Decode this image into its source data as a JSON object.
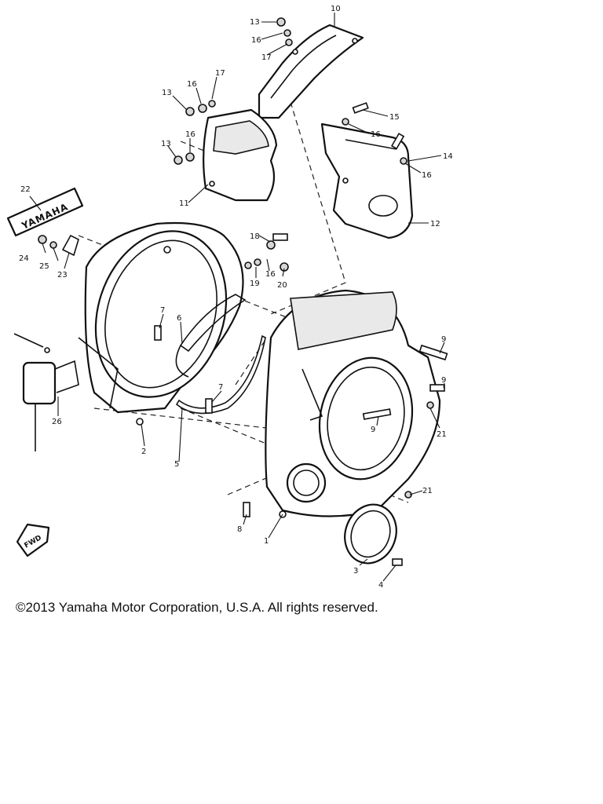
{
  "diagram": {
    "callouts": [
      "1",
      "2",
      "3",
      "4",
      "5",
      "6",
      "7",
      "8",
      "9",
      "10",
      "11",
      "12",
      "13",
      "14",
      "15",
      "16",
      "17",
      "18",
      "19",
      "20",
      "21",
      "22",
      "23",
      "24",
      "25",
      "26"
    ],
    "emblem_text": "YAMAHA",
    "fwd_label": "FWD"
  },
  "copyright": "©2013 Yamaha Motor Corporation, U.S.A. All rights reserved."
}
